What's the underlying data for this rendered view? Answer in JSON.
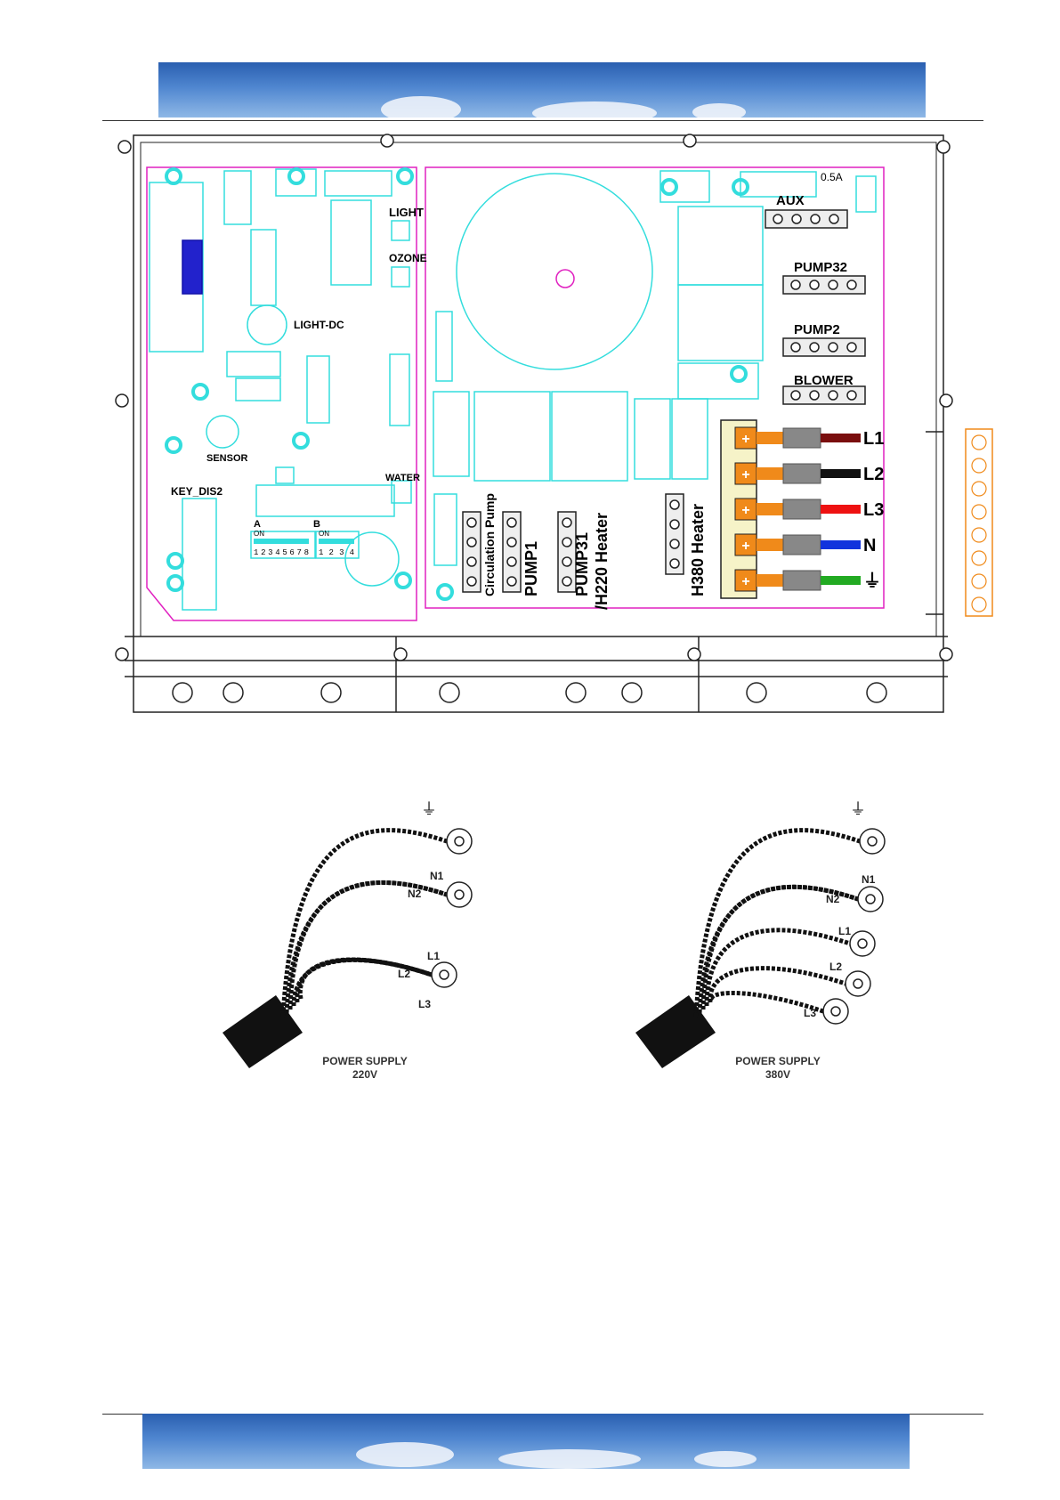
{
  "board": {
    "fuse_label": "0.5A",
    "left_labels": {
      "light": "LIGHT",
      "ozone": "OZONE",
      "light_dc": "LIGHT-DC",
      "sensor": "SENSOR",
      "water": "WATER",
      "key_dis2": "KEY_DIS2",
      "dip_a": "A",
      "dip_b": "B",
      "dip_on": "ON",
      "dip_a_nums": "12345678",
      "dip_b_nums": "1234"
    },
    "right_connectors": [
      "AUX",
      "PUMP32",
      "PUMP2",
      "BLOWER"
    ],
    "vertical_labels": [
      "Circulation Pump",
      "PUMP1",
      "PUMP31",
      "/H220 Heater",
      "H380 Heater"
    ],
    "terminals": [
      "L1",
      "L2",
      "L3",
      "N",
      "⏚"
    ],
    "terminal_wire_colors": [
      "#7a0e0e",
      "#111111",
      "#ee1111",
      "#1133dd",
      "#22aa22"
    ],
    "trace_color": "#33dddd",
    "outline_color": "#e020c0"
  },
  "wiring": [
    {
      "ground_symbol": "⏚",
      "labels": [
        "N1",
        "N2",
        "L1",
        "L2",
        "L3"
      ],
      "title_line1": "POWER SUPPLY",
      "title_line2": "220V"
    },
    {
      "ground_symbol": "⏚",
      "labels": [
        "N1",
        "N2",
        "L1",
        "L2",
        "L3"
      ],
      "title_line1": "POWER SUPPLY",
      "title_line2": "380V"
    }
  ]
}
